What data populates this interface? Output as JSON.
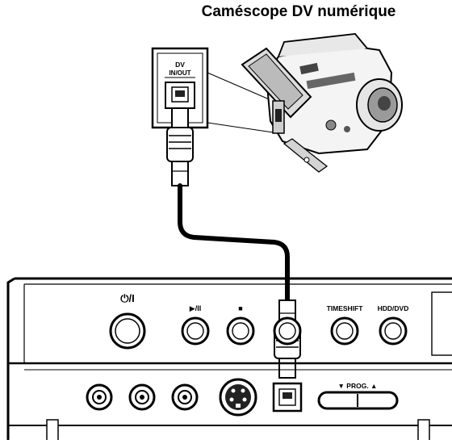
{
  "title": "Caméscope DV numérique",
  "camcorder_jack": {
    "label_line1": "DV",
    "label_line2": "IN/OUT"
  },
  "recorder_buttons": {
    "power": "⏻/I",
    "play_pause": "▶/II",
    "stop": "■",
    "timeshift": "TIMESHIFT",
    "hdd_dvd": "HDD/DVD",
    "prog": "▼ PROG. ▲"
  },
  "icons": [
    "camcorder-icon",
    "dv-port-icon",
    "dv-cable-icon",
    "s-video-jack-icon",
    "rca-jack-icon"
  ]
}
